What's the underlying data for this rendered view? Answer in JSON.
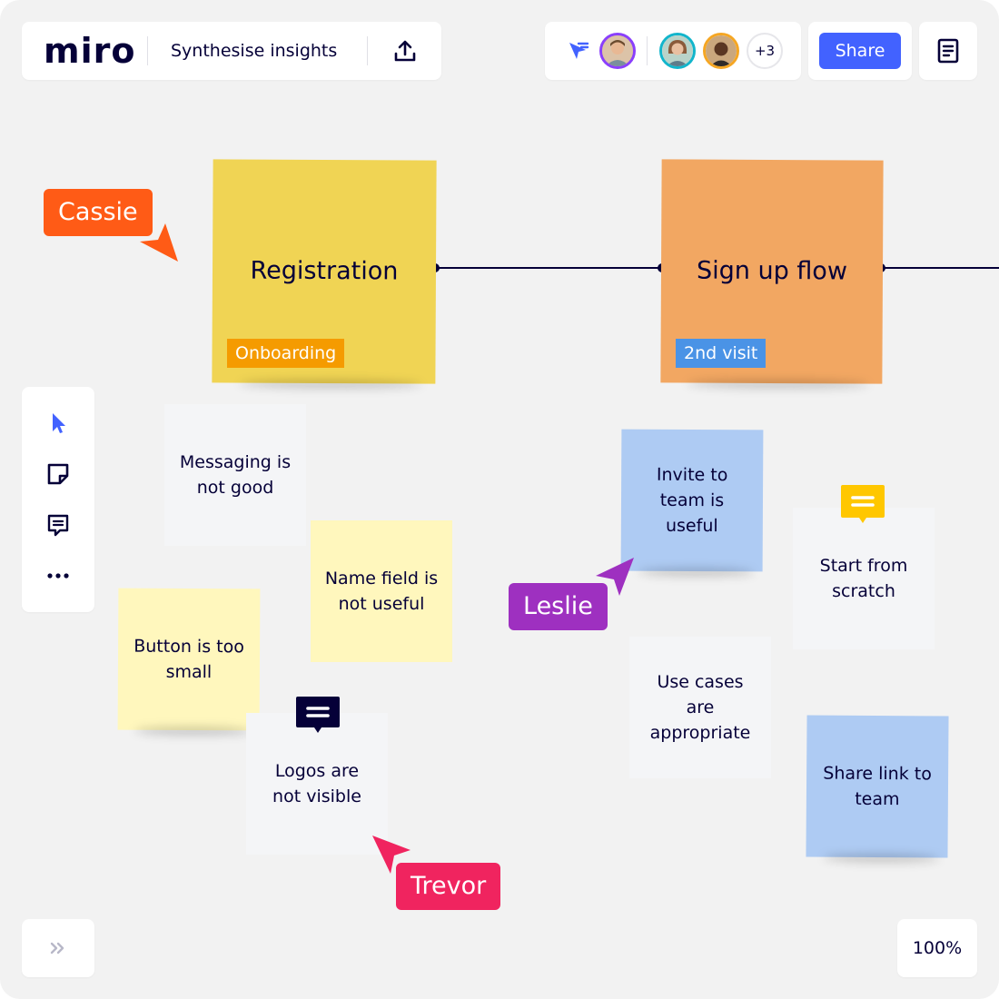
{
  "app": {
    "logo": "miro",
    "board_title": "Synthesise insights"
  },
  "collaborators": {
    "extra_count": "+3"
  },
  "share": {
    "label": "Share"
  },
  "zoom": {
    "level": "100%"
  },
  "frames": [
    {
      "title": "Registration",
      "tag": "Onboarding"
    },
    {
      "title": "Sign up flow",
      "tag": "2nd visit"
    }
  ],
  "notes": [
    {
      "text": "Messaging is not good"
    },
    {
      "text": "Name field is not useful"
    },
    {
      "text": "Button is too small"
    },
    {
      "text": "Logos are not visible"
    },
    {
      "text": "Invite to team is useful"
    },
    {
      "text": "Start from scratch"
    },
    {
      "text": "Use cases are appropriate"
    },
    {
      "text": "Share link to team"
    }
  ],
  "cursors": [
    {
      "name": "Cassie"
    },
    {
      "name": "Leslie"
    },
    {
      "name": "Trevor"
    }
  ],
  "colors": {
    "accent": "#4262ff",
    "yellow_frame": "#f0d454",
    "orange_frame": "#f2a762",
    "light_yellow_note": "#fff7bd",
    "blue_note": "#aecbf3",
    "gray_note": "#f4f5f7",
    "onboarding_tag": "#f59b00",
    "second_visit_tag": "#4a93e6",
    "cassie": "#ff5b16",
    "leslie": "#9e30c0",
    "trevor": "#f0245f"
  }
}
